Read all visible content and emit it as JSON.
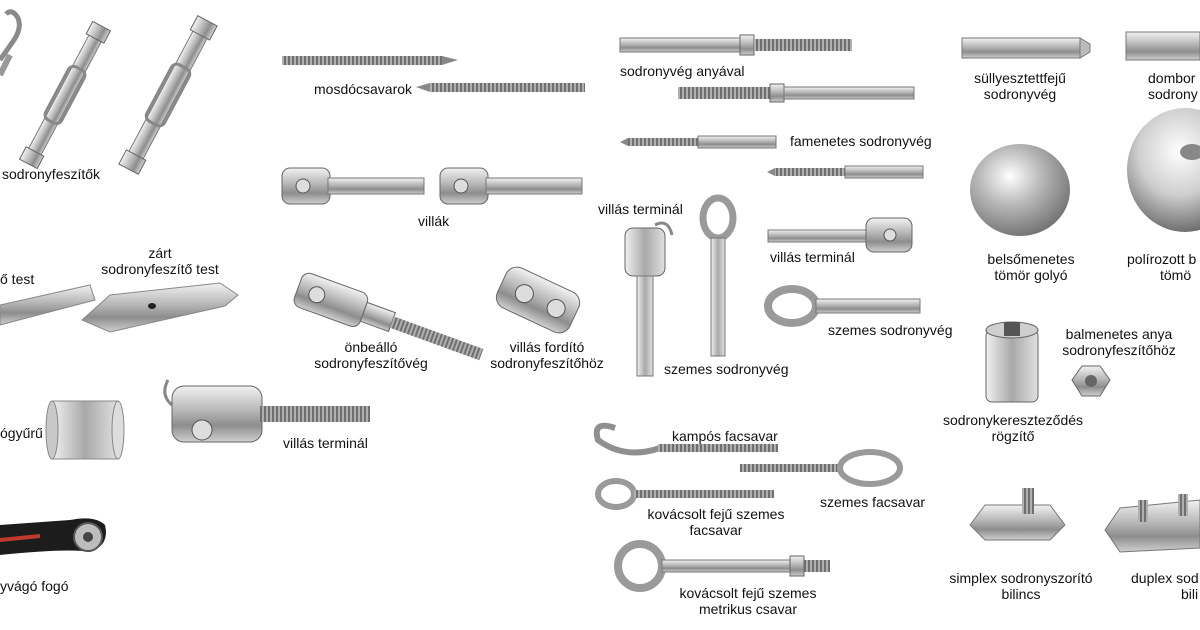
{
  "labels": {
    "sodronyfeszitok": "sodronyfeszítők",
    "mosdocsavarok": "mosdócsavarok",
    "sodronyveg_anyaval": "sodronyvég anyával",
    "famenetes": "famenetes sodronyvég",
    "sullyesztett": [
      "süllyesztettfejű",
      "sodronyvég"
    ],
    "dombor": [
      "dombor",
      "sodrony"
    ],
    "villak": "villák",
    "villas_terminal_top": "villás terminál",
    "villas_terminal_mid": "villás terminál",
    "villas_terminal_bottom": "villás terminál",
    "belsomenetes": [
      "belsőmenetes",
      "tömör golyó"
    ],
    "polirozott": [
      "polírozott b",
      "tömö"
    ],
    "test_cut": "ő test",
    "zart": [
      "zárt",
      "sodronyfeszítő test"
    ],
    "onbeallo": [
      "önbeálló",
      "sodronyfeszítővég"
    ],
    "villas_fordito": [
      "villás fordító",
      "sodronyfeszítőhöz"
    ],
    "szemes_sodronyveg_mid": "szemes sodronyvég",
    "szemes_sodronyveg_right": "szemes sodronyvég",
    "balmenetes": [
      "balmenetes anya",
      "sodronyfeszítőhöz"
    ],
    "sodronykeresztezodes": [
      "sodronykereszteződés",
      "rögzítő"
    ],
    "gyuru": "ógyűrű",
    "kampos": "kampós facsavar",
    "szemes_facsavar": "szemes facsavar",
    "kovacsolt_szemes": [
      "kovácsolt fejű szemes",
      "facsavar"
    ],
    "kovacsolt_metrikus": [
      "kovácsolt fejű szemes",
      "metrikus csavar"
    ],
    "simplex": [
      "simplex sodronyszorító",
      "bilincs"
    ],
    "duplex": [
      "duplex sod",
      "bili"
    ],
    "vago_fogo": "yvágó fogó"
  }
}
